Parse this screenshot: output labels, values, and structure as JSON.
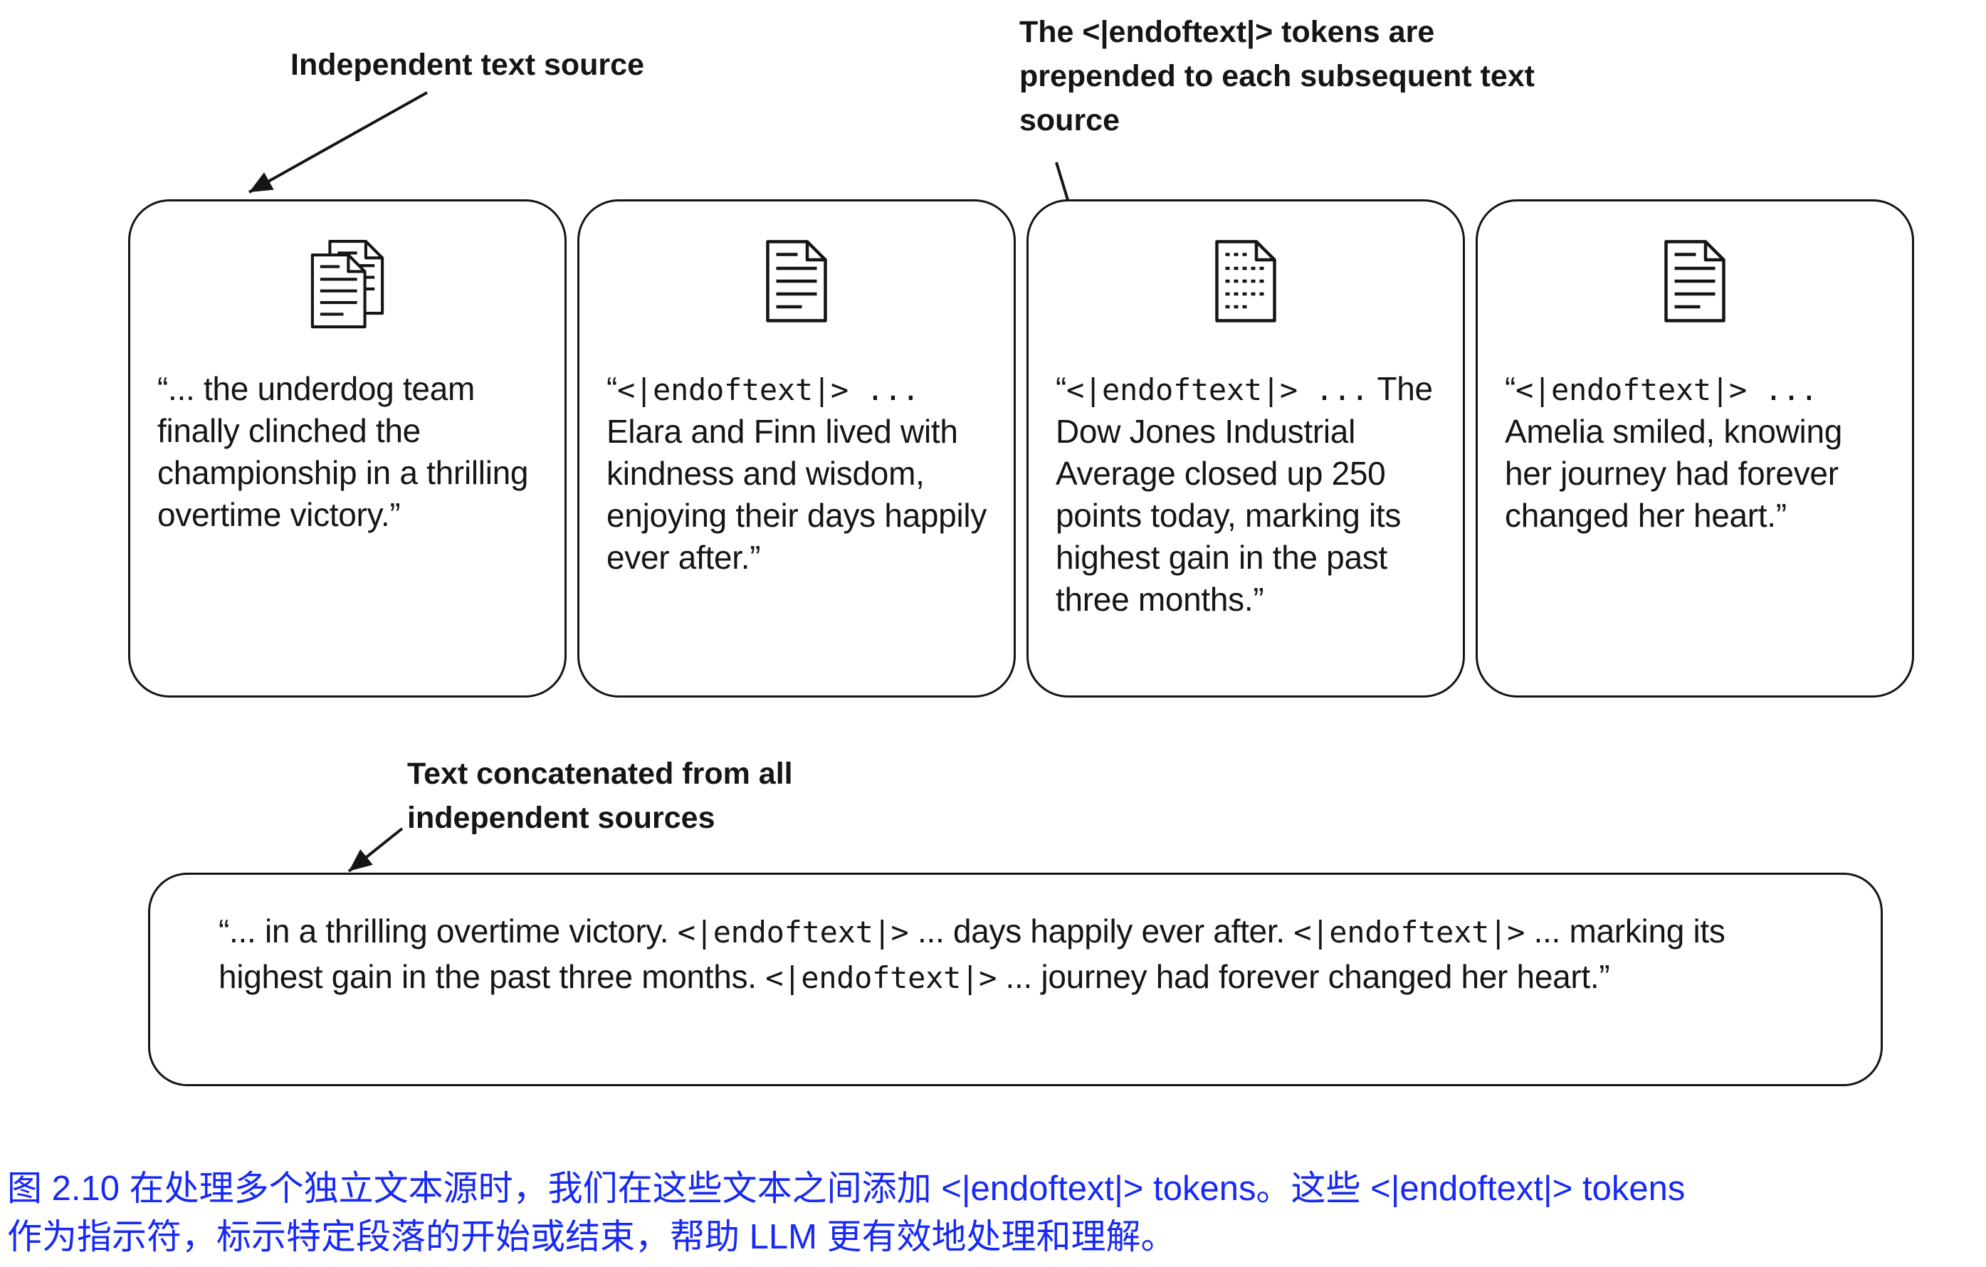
{
  "figure": {
    "colors": {
      "ink": "#151515",
      "caption_blue": "#1729f3",
      "background": "#ffffff"
    },
    "icons": [
      "documents-icon",
      "document-icon",
      "document-dotted-icon",
      "document-icon"
    ]
  },
  "annotations": {
    "independent": "Independent text source",
    "prepended_line1": "The <|endoftext|> tokens are",
    "prepended_line2": "prepended to each subsequent text",
    "prepended_line3": "source",
    "concatenated_line1": "Text concatenated from all",
    "concatenated_line2": "independent sources"
  },
  "boxes": [
    {
      "icon": "documents-icon",
      "lead": "“... the underdog team finally clinched the championship in a thrilling overtime victory.”",
      "token": "",
      "rest": ""
    },
    {
      "icon": "document-icon",
      "lead": "“",
      "token": "<|endoftext|> ...",
      "rest": " Elara and Finn lived with kindness and wisdom, enjoying their days happily ever after.”"
    },
    {
      "icon": "document-dotted-icon",
      "lead": "“",
      "token": "<|endoftext|> ...",
      "rest": " The Dow Jones Industrial Average closed up 250 points today, marking its highest gain in the past three months.”"
    },
    {
      "icon": "document-icon",
      "lead": "“",
      "token": "<|endoftext|> ...",
      "rest": " Amelia smiled, knowing her journey had forever changed her heart.”"
    }
  ],
  "concat": {
    "parts": [
      {
        "v": "“... in a thrilling overtime victory. "
      },
      {
        "v": "<|endoftext|>"
      },
      {
        "v": " ... days happily ever after. "
      },
      {
        "v": "<|endoftext|>"
      },
      {
        "v": " ... marking its highest gain in the past three months. "
      },
      {
        "v": "<|endoftext|>"
      },
      {
        "v": " ... journey had forever changed her heart.”"
      }
    ]
  },
  "caption": {
    "line1": "图 2.10 在处理多个独立文本源时，我们在这些文本之间添加 <|endoftext|> tokens。这些 <|endoftext|> tokens",
    "line2": "作为指示符，标示特定段落的开始或结束，帮助 LLM 更有效地处理和理解。"
  }
}
